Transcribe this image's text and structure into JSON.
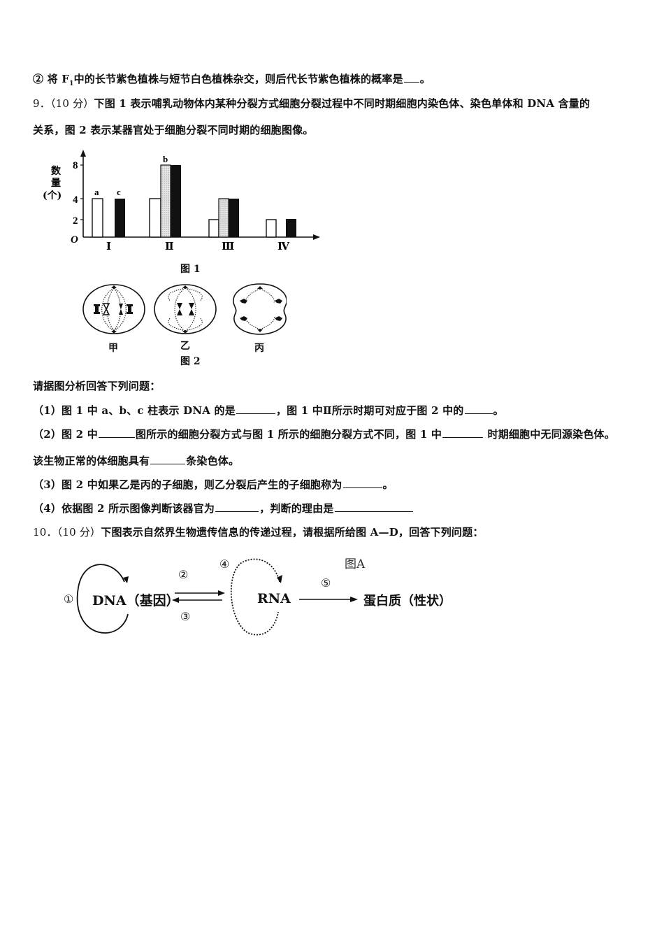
{
  "q8": {
    "item2_prefix": "② 将 F",
    "item2_sub": "1",
    "item2_text": "中的长节紫色植株与短节白色植株杂交，则后代长节紫色植株的概率是",
    "item2_end": "。"
  },
  "q9": {
    "number": "9．（10 分）",
    "stem_line1": "下图 1 表示哺乳动物体内某种分裂方式细胞分裂过程中不同时期细胞内染色体、染色单体和 DNA 含量的",
    "stem_line2": "关系，图 2 表示某器官处于细胞分裂不同时期的细胞图像。",
    "figure1_caption": "图 1",
    "figure2_caption": "图 2",
    "figure2_labels": [
      "甲",
      "乙",
      "丙"
    ],
    "prompt": "请据图分析回答下列问题：",
    "sub1_a": "（1）图 1 中 a、b、c 柱表示 DNA 的是",
    "sub1_b": "，图 1 中Ⅱ所示时期可对应于图 2 中的",
    "sub1_c": "。",
    "sub2_a": "（2）图 2 中",
    "sub2_b": "图所示的细胞分裂方式与图 1 所示的细胞分裂方式不同，图 1 中",
    "sub2_c": " 时期细胞中无同源染色体。",
    "sub2_line2_a": "该生物正常的体细胞具有",
    "sub2_line2_b": "条染色体。",
    "sub3_a": "（3）图 2 中如果乙是丙的子细胞，则乙分裂后产生的子细胞称为",
    "sub3_b": "。",
    "sub4_a": "（4）依据图 2 所示图像判断该器官为",
    "sub4_b": "，判断的理由是"
  },
  "q10": {
    "number": "10．（10 分）",
    "stem": "下图表示自然界生物遗传信息的传递过程，请根据所给图 A—D，回答下列问题：",
    "diagram": {
      "title": "图A",
      "dna_label": "DNA（基因）",
      "rna_label": "RNA",
      "protein_label": "蛋白质（性状）",
      "steps": [
        "①",
        "②",
        "③",
        "④",
        "⑤"
      ]
    }
  },
  "chart_data": {
    "type": "bar",
    "title": "图 1",
    "ylabel": "数量（个）",
    "xlabel": "",
    "categories": [
      "Ⅰ",
      "Ⅱ",
      "Ⅲ",
      "Ⅳ"
    ],
    "series": [
      {
        "name": "a",
        "style": "white",
        "values": [
          4,
          4,
          2,
          2
        ]
      },
      {
        "name": "b",
        "style": "dotted",
        "values": [
          0,
          8,
          4,
          0
        ]
      },
      {
        "name": "c",
        "style": "black",
        "values": [
          4,
          8,
          4,
          2
        ]
      }
    ],
    "yticks": [
      2,
      4,
      8
    ],
    "origin_label": "O",
    "ylim": [
      0,
      8
    ],
    "grid": false,
    "legend": "bar-top letters a, b, c"
  }
}
